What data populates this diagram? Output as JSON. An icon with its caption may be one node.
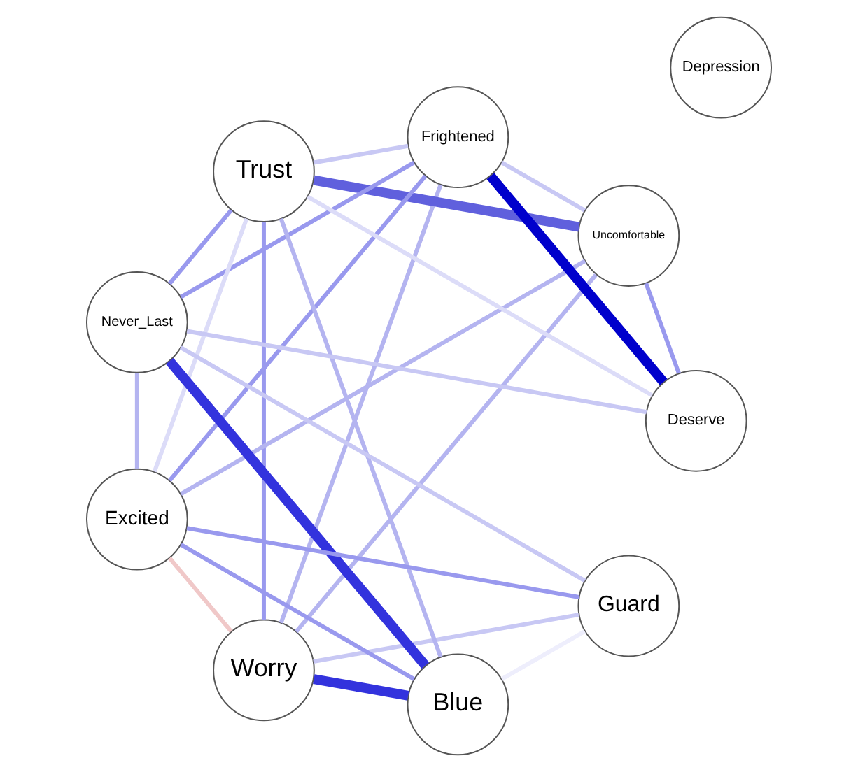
{
  "diagram": {
    "nodes": [
      {
        "text": [
          "Worry"
        ]
      },
      {
        "text": [
          "Depression"
        ]
      },
      {
        "text": [
          "Uncomfortable"
        ]
      },
      {
        "text": [
          "Frightened"
        ]
      },
      {
        "text": [
          "Trust"
        ]
      },
      {
        "text": [
          "Deserve"
        ]
      },
      {
        "text": [
          "Never_Last"
        ]
      },
      {
        "text": [
          "Excited"
        ]
      },
      {
        "text": [
          "Blue"
        ]
      },
      {
        "text": [
          "Guard"
        ]
      }
    ],
    "edges": [
      {
        "from": 0,
        "to": 8,
        "arrow": "none",
        "style": "thick",
        "color": "#3333dd"
      },
      {
        "from": 0,
        "to": 2,
        "arrow": "none",
        "color": "#b4b4f0"
      },
      {
        "from": 0,
        "to": 4,
        "arrow": "none"
      },
      {
        "from": 0,
        "to": 3,
        "arrow": "none",
        "color": "#b4b4f0"
      },
      {
        "from": 0,
        "to": 9,
        "arrow": "none",
        "color": "#c8c8f4"
      },
      {
        "from": 0,
        "to": 7,
        "arrow": "none",
        "color": "#f0c8c8"
      },
      {
        "from": 2,
        "to": 4,
        "arrow": "none",
        "style": "thick",
        "color": "#6060dd"
      },
      {
        "from": 2,
        "to": 3,
        "arrow": "none",
        "color": "#c8c8f4"
      },
      {
        "from": 2,
        "to": 5,
        "arrow": "none"
      },
      {
        "from": 2,
        "to": 7,
        "arrow": "none",
        "color": "#b4b4f0"
      },
      {
        "from": 3,
        "to": 4,
        "arrow": "none",
        "color": "#c8c8f4"
      },
      {
        "from": 3,
        "to": 6,
        "arrow": "none"
      },
      {
        "from": 3,
        "to": 5,
        "arrow": "none",
        "style": "thick",
        "color": "#0000cc"
      },
      {
        "from": 3,
        "to": 7,
        "arrow": "none"
      },
      {
        "from": 4,
        "to": 5,
        "arrow": "none",
        "color": "#dcdcf8"
      },
      {
        "from": 4,
        "to": 7,
        "arrow": "none",
        "color": "#dcdcf8"
      },
      {
        "from": 4,
        "to": 6,
        "arrow": "none"
      },
      {
        "from": 4,
        "to": 8,
        "arrow": "none",
        "color": "#b4b4f0"
      },
      {
        "from": 5,
        "to": 6,
        "arrow": "none",
        "color": "#c8c8f4"
      },
      {
        "from": 6,
        "to": 8,
        "arrow": "none",
        "style": "thick",
        "color": "#3333dd"
      },
      {
        "from": 6,
        "to": 7,
        "arrow": "none",
        "color": "#b4b4f0"
      },
      {
        "from": 6,
        "to": 9,
        "arrow": "none",
        "color": "#c8c8f4"
      },
      {
        "from": 7,
        "to": 8,
        "arrow": "none"
      },
      {
        "from": 7,
        "to": 9,
        "arrow": "none"
      },
      {
        "from": 9,
        "to": 8,
        "arrow": "none",
        "color": "#eeeefc"
      }
    ]
  }
}
